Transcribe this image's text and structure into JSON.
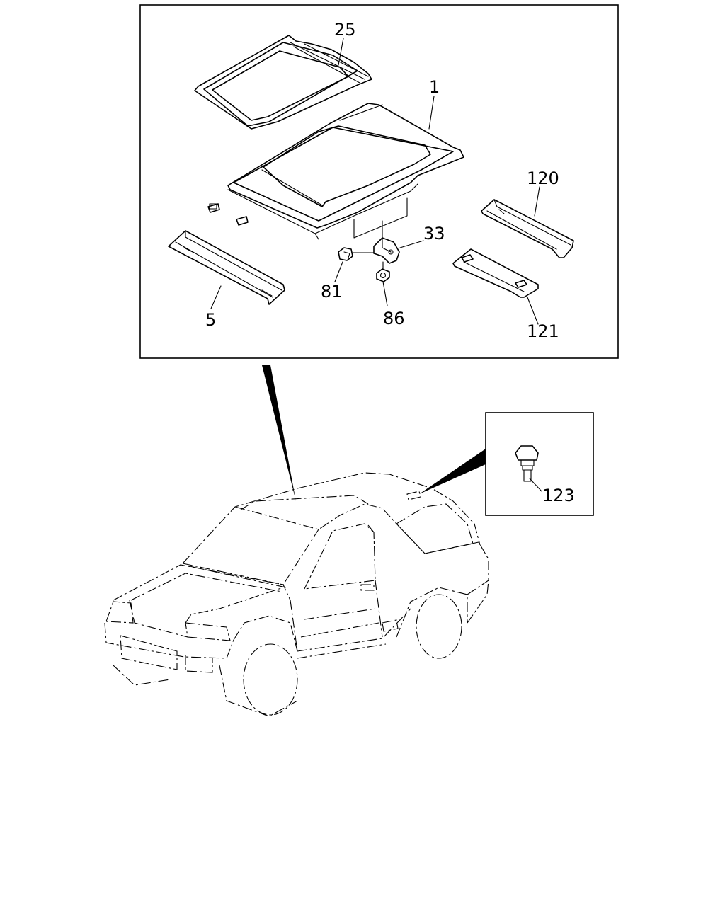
{
  "diagram": {
    "callouts": [
      {
        "id": "roof",
        "text": "1"
      },
      {
        "id": "sunroof-frame",
        "text": "25"
      },
      {
        "id": "roof-bow",
        "text": "5"
      },
      {
        "id": "bracket",
        "text": "33"
      },
      {
        "id": "bolt",
        "text": "81"
      },
      {
        "id": "nut",
        "text": "86"
      },
      {
        "id": "rail-120",
        "text": "120"
      },
      {
        "id": "rail-121",
        "text": "121"
      },
      {
        "id": "clip",
        "text": "123"
      }
    ]
  }
}
